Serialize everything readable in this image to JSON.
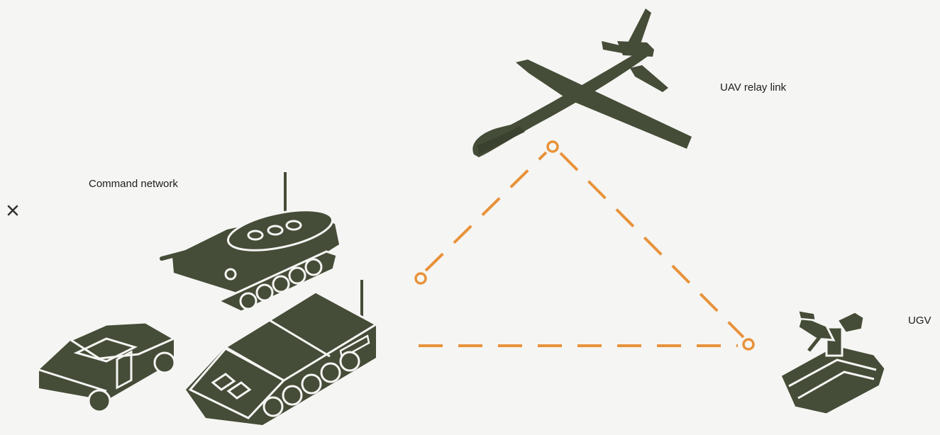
{
  "labels": {
    "command": "Command network",
    "uav": "UAV relay link",
    "ugv": "UGV"
  },
  "close": {
    "icon": "close-icon"
  },
  "colors": {
    "vehicle": "#454c37",
    "link": "#e8923a",
    "background": "#f5f5f3",
    "text": "#1d1d1d"
  },
  "icons": [
    "tank-icon",
    "truck-icon",
    "armored-carrier-icon",
    "drone-icon",
    "ugv-robot-icon"
  ]
}
